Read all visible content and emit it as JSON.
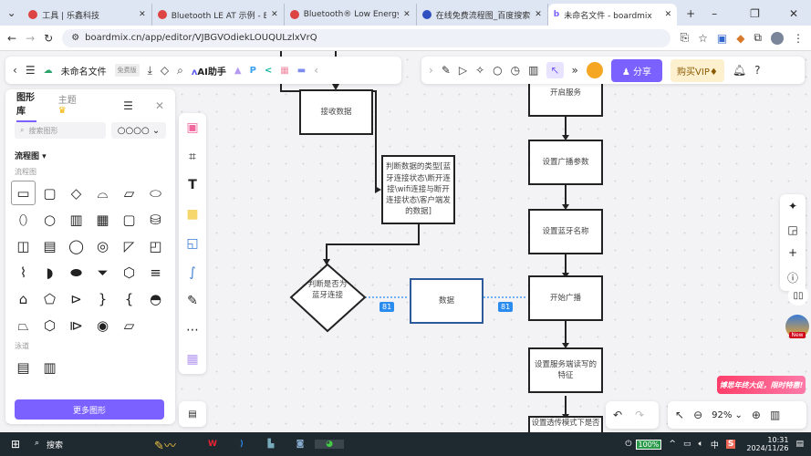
{
  "browser": {
    "tabs": [
      {
        "title": "工具 | 乐鑫科技",
        "active": false
      },
      {
        "title": "Bluetooth LE AT 示例 - ESP",
        "active": false
      },
      {
        "title": "Bluetooth® Low Energy A",
        "active": false
      },
      {
        "title": "在线免费流程图_百度搜索",
        "active": false
      },
      {
        "title": "未命名文件 - boardmix",
        "active": true
      }
    ],
    "url": "boardmix.cn/app/editor/VJBGVOdiekLOUQULzlxVrQ"
  },
  "toolbar": {
    "file_name": "未命名文件",
    "plan_badge": "免费版",
    "ai_label": "AI助手",
    "share_label": "分享",
    "vip_label": "购买VIP"
  },
  "panel": {
    "tab_library": "图形库",
    "tab_theme": "主题",
    "search_placeholder": "搜索图形",
    "section": "流程图",
    "subsection": "流程图",
    "lane_section": "泳道",
    "more_button": "更多图形"
  },
  "canvas": {
    "nodes": {
      "receive": "接收数据",
      "judge_type": "判断数据的类型[蓝牙连接状态\\断开连接\\wifi连接与断开连接状态\\客户端发的数据]",
      "decision": "判断是否为蓝牙连接",
      "center": "数据",
      "start_service": "开启服务",
      "adv_params": "设置广播参数",
      "bt_name": "设置蓝牙名称",
      "start_adv": "开始广播",
      "rw_char": "设置服务端读写的特征",
      "last": "设置透传模式下是否"
    },
    "edge_badge_1": "81",
    "edge_badge_2": "81"
  },
  "bottom": {
    "zoom": "92%",
    "promo": "博思年终大促，限时特惠!",
    "new_badge": "New"
  },
  "taskbar": {
    "search": "搜索",
    "battery": "100%",
    "ime": "中",
    "time": "10:31",
    "date": "2024/11/26"
  },
  "colors": {
    "accent": "#7b61ff",
    "edge": "#2b8cf0"
  }
}
